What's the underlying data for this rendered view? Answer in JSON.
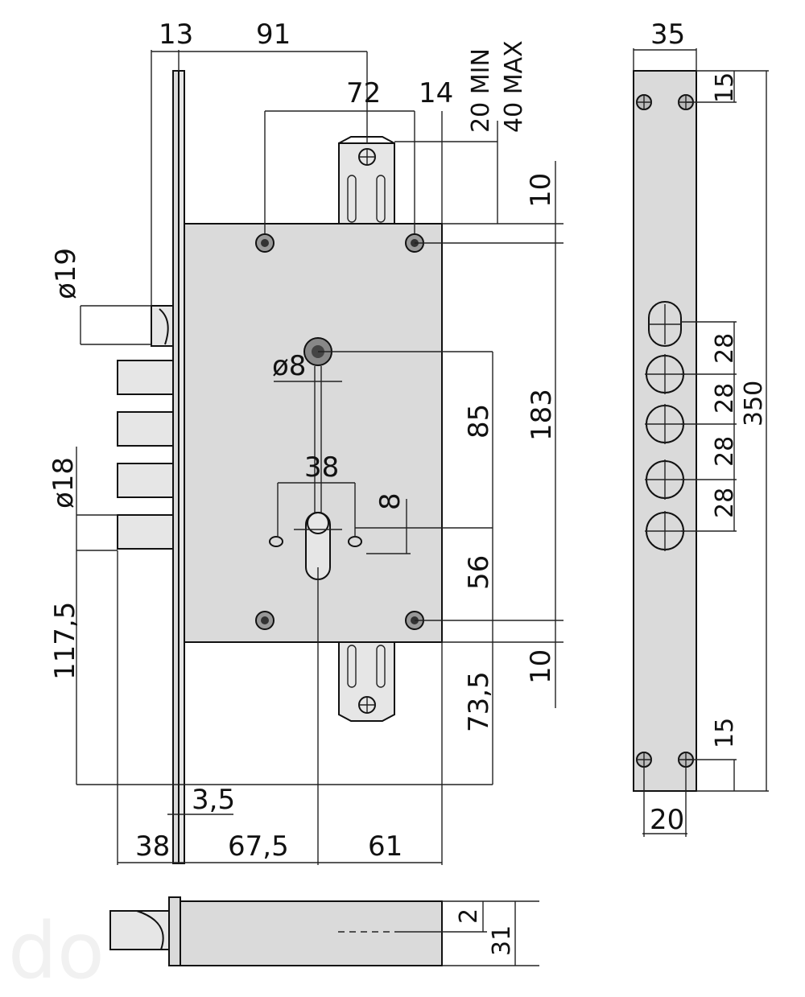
{
  "dimensions": {
    "d13": "13",
    "d91": "91",
    "d72": "72",
    "d14": "14",
    "d20min": "20 MIN",
    "d40max": "40 MAX",
    "d10_top": "10",
    "d19": "ø19",
    "d8_dia": "ø8",
    "d85": "85",
    "d183": "183",
    "d38_top": "38",
    "d8_small": "8",
    "d18": "ø18",
    "d56": "56",
    "d117": "117,5",
    "d10_bottom": "10",
    "d73": "73,5",
    "d3_5": "3,5",
    "d38_bottom": "38",
    "d67_5": "67,5",
    "d61": "61",
    "d35": "35",
    "d15_top": "15",
    "d28_1": "28",
    "d28_2": "28",
    "d28_3": "28",
    "d28_4": "28",
    "d350": "350",
    "d15_bottom": "15",
    "d20": "20",
    "d2": "2",
    "d31": "31"
  },
  "watermark": "do"
}
